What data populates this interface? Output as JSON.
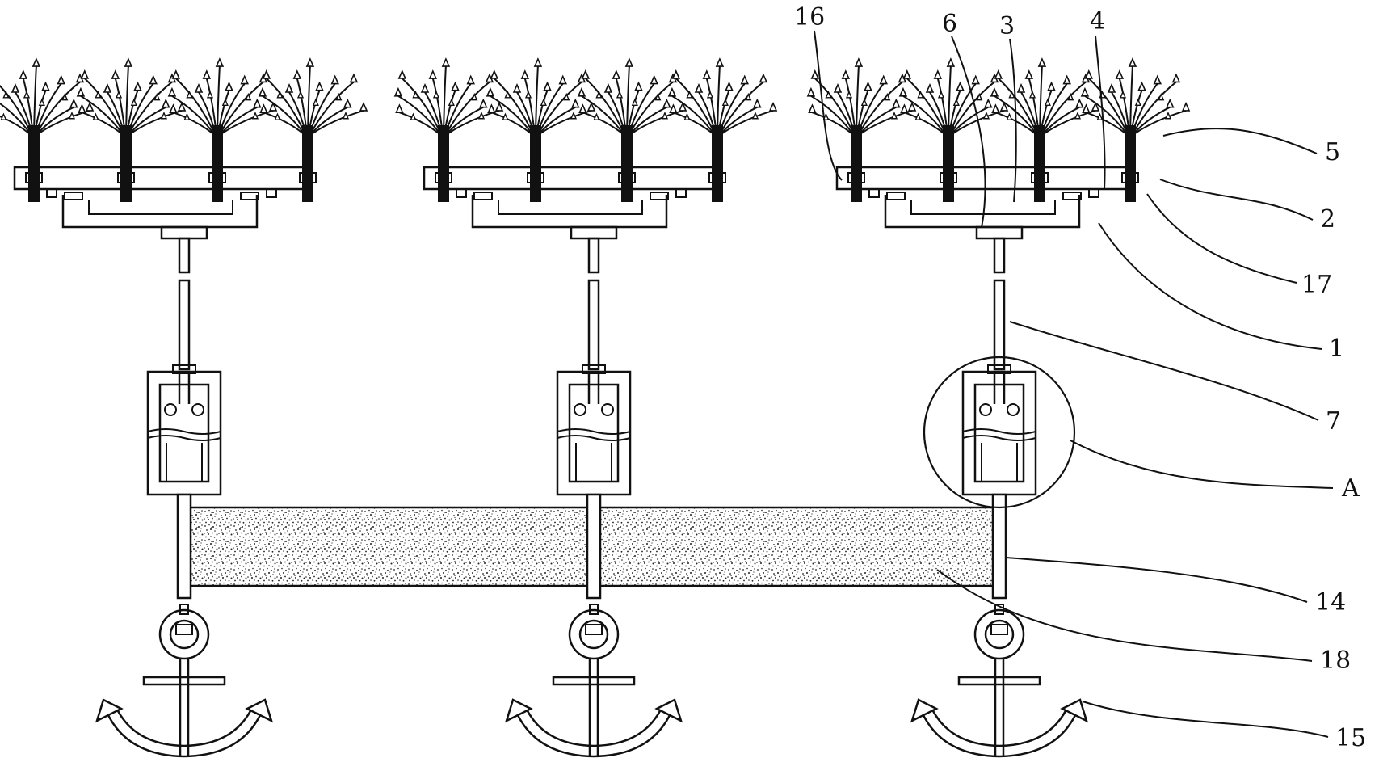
{
  "figure": {
    "labels": [
      {
        "id": "5",
        "text": "5"
      },
      {
        "id": "2",
        "text": "2"
      },
      {
        "id": "17",
        "text": "17"
      },
      {
        "id": "1",
        "text": "1"
      },
      {
        "id": "7",
        "text": "7"
      },
      {
        "id": "A",
        "text": "A"
      },
      {
        "id": "14",
        "text": "14"
      },
      {
        "id": "18",
        "text": "18"
      },
      {
        "id": "15",
        "text": "15"
      },
      {
        "id": "16",
        "text": "16"
      },
      {
        "id": "6",
        "text": "6"
      },
      {
        "id": "3",
        "text": "3"
      },
      {
        "id": "4",
        "text": "4"
      }
    ]
  },
  "colors": {
    "stroke": "#111111",
    "background": "#ffffff",
    "plant": "#111111"
  }
}
